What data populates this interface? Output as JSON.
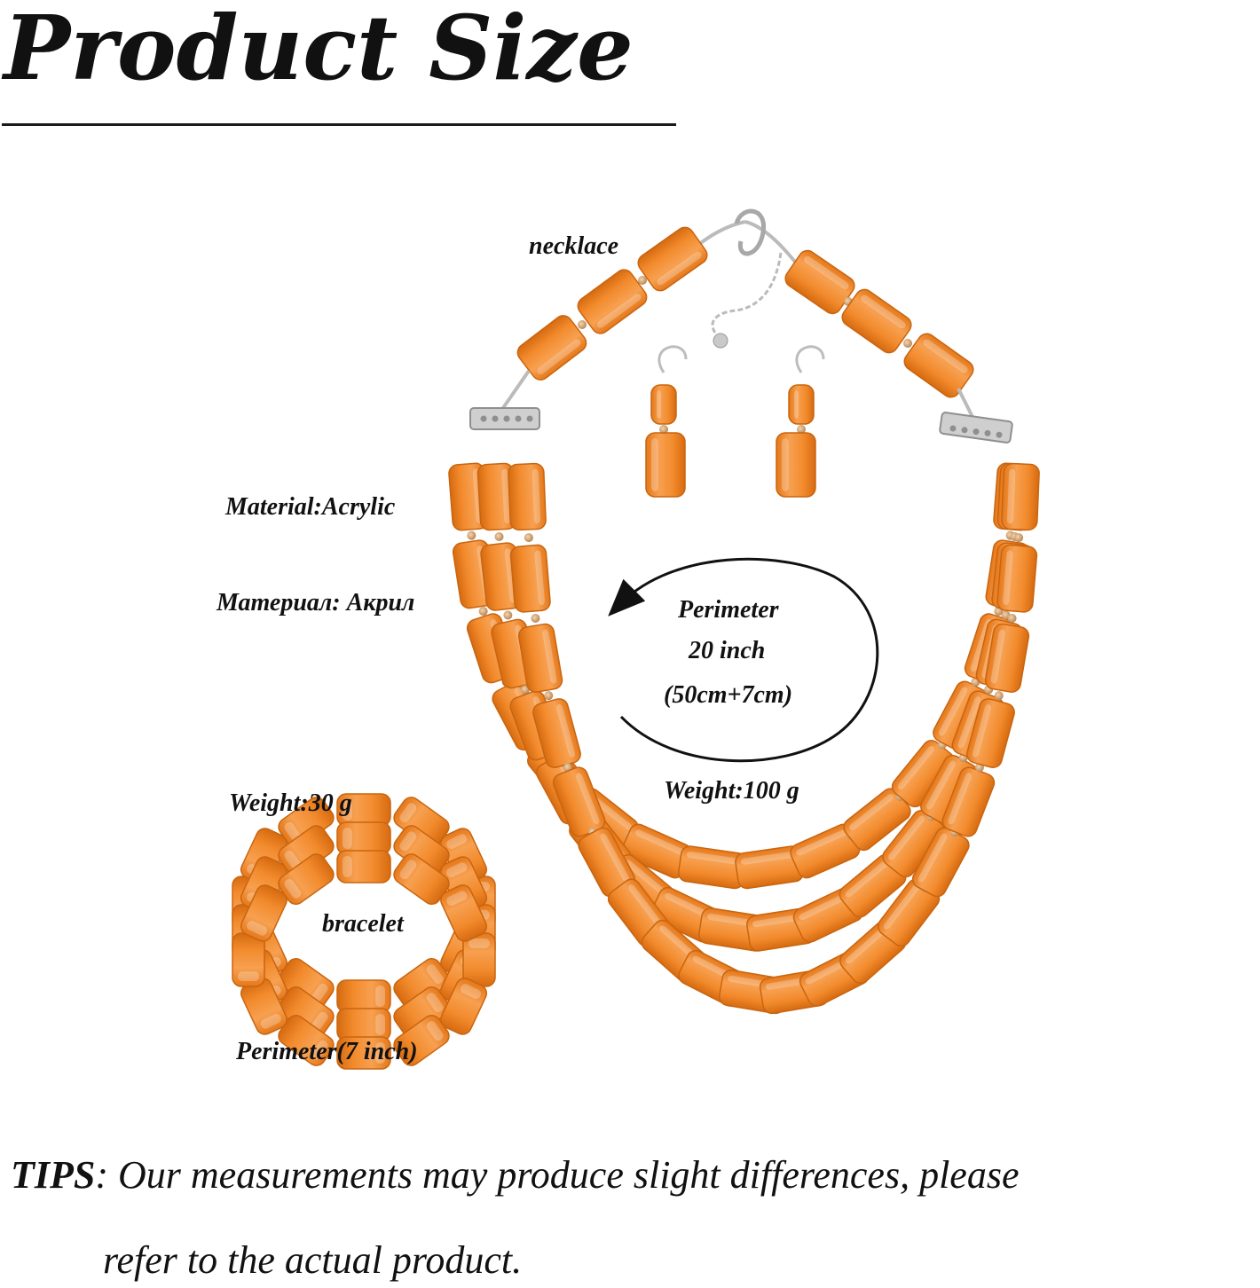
{
  "title": "Product Size",
  "labels": {
    "necklace": "necklace",
    "material_en": "Material:Acrylic",
    "material_ru": "Материал: Акрил",
    "perimeter_title": "Perimeter",
    "perimeter_value": "20 inch",
    "perimeter_detail": "(50cm+7cm)",
    "necklace_weight": "Weight:100 g",
    "bracelet_weight": "Weight:30 g",
    "bracelet": "bracelet",
    "bracelet_perimeter": "Perimeter(7 inch)"
  },
  "tips": {
    "label": "TIPS",
    "line1": ": Our measurements may produce slight differences, please",
    "line2": "refer to the actual product."
  },
  "colors": {
    "bead": "#f28a2c",
    "bead_dark": "#d96f12",
    "bead_light": "#f7a85a",
    "metal": "#c9c9c9",
    "spacer": "#c8905a",
    "text": "#111111"
  },
  "icons": {
    "perimeter_arrow": "curved-arrow-icon"
  }
}
